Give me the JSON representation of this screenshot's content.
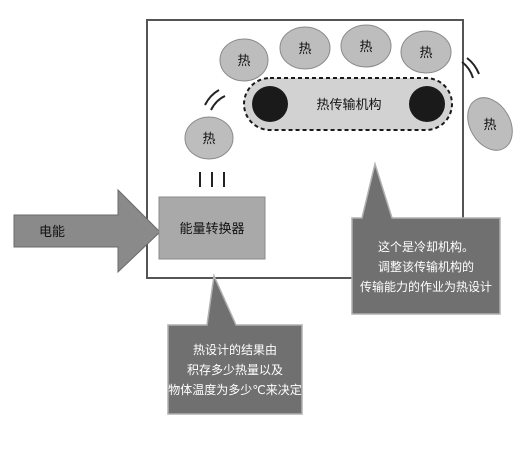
{
  "colors": {
    "box_border": "#555555",
    "ball_fill": "#bdbdbd",
    "converter_fill": "#a9a9a9",
    "callout_fill": "#707070",
    "arrow_fill": "#8a8a8a",
    "conveyor_fill": "#d2d2d2",
    "roller_fill": "#1a1a1a"
  },
  "input_arrow": {
    "label": "电能"
  },
  "converter": {
    "label": "能量转换器"
  },
  "conveyor": {
    "label": "热传输机构"
  },
  "heat_items": [
    {
      "label": "热"
    },
    {
      "label": "热"
    },
    {
      "label": "热"
    },
    {
      "label": "热"
    },
    {
      "label": "热"
    },
    {
      "label": "热"
    }
  ],
  "callout_cooling": {
    "lines": [
      "这个是冷却机构。",
      "调整该传输机构的",
      "传输能力的作业为热设计"
    ]
  },
  "callout_result": {
    "lines": [
      "热设计的结果由",
      "积存多少热量以及",
      "物体温度为多少℃来决定"
    ]
  }
}
